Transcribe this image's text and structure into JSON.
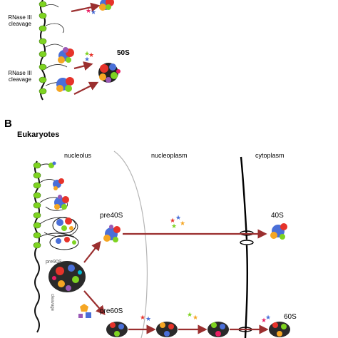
{
  "panel_a": {
    "cleavage_label_1": "RNase III\ncleavage",
    "cleavage_label_2": "RNase III\ncleavage",
    "product_label": "50S"
  },
  "panel_b": {
    "letter": "B",
    "title": "Eukaryotes",
    "regions": {
      "nucleolus": "nucleolus",
      "nucleoplasm": "nucleoplasm",
      "cytoplasm": "cytoplasm"
    },
    "labels": {
      "pre40s": "pre40S",
      "s40": "40S",
      "pre90s": "pre90S",
      "pre60s": "pre60S",
      "s60": "60S",
      "cleavage_small": "cleavage"
    }
  },
  "colors": {
    "protein_green": "#7ed321",
    "arrow": "#9b2f2f",
    "membrane": "#000000",
    "nucleolus_border": "#b5b5b5"
  }
}
